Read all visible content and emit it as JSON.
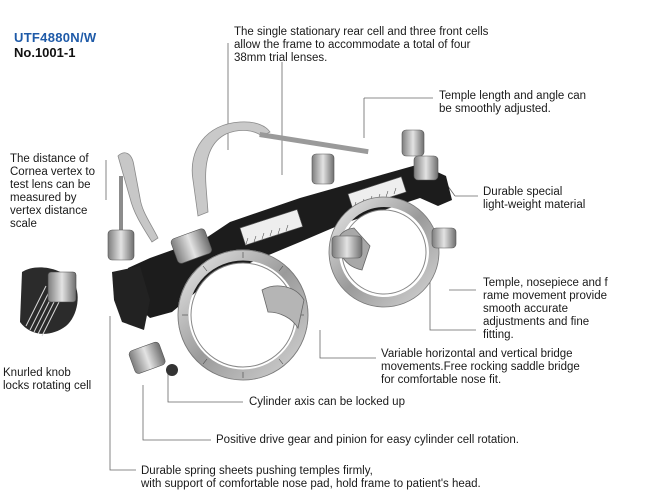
{
  "header": {
    "model": "UTF4880N/W",
    "number": "No.1001-1"
  },
  "notes": {
    "rear_cell": [
      "The single stationary rear cell and three front cells",
      "allow the frame to accommodate a total of four",
      "38mm trial lenses."
    ],
    "temple_adjust": [
      "Temple length and angle can",
      "be smoothly adjusted."
    ],
    "vertex": [
      "The distance of",
      "Cornea vertex to",
      "test lens can be",
      "measured by",
      "vertex distance",
      "scale"
    ],
    "material": [
      "Durable special",
      "light-weight material"
    ],
    "movement": [
      "Temple, nosepiece and f",
      "rame movement provide",
      "smooth accurate",
      "adjustments and fine",
      "fitting."
    ],
    "bridge": [
      "Variable horizontal and vertical bridge",
      "movements.Free rocking saddle bridge",
      "for comfortable nose fit."
    ],
    "knob": [
      "Knurled knob",
      "locks rotating cell"
    ],
    "cylinder": [
      "Cylinder axis can be locked up"
    ],
    "drive_gear": [
      "Positive drive gear and pinion for easy cylinder cell rotation."
    ],
    "spring": [
      "Durable spring sheets pushing temples firmly,",
      "with support of comfortable nose pad, hold frame to patient's head."
    ]
  },
  "colors": {
    "model": "#1e5aa8",
    "frame_body": "#1c1c1c",
    "metal": "#a9a9a9",
    "temple_pad": "#c8c8c8",
    "leader_line": "#666666"
  }
}
